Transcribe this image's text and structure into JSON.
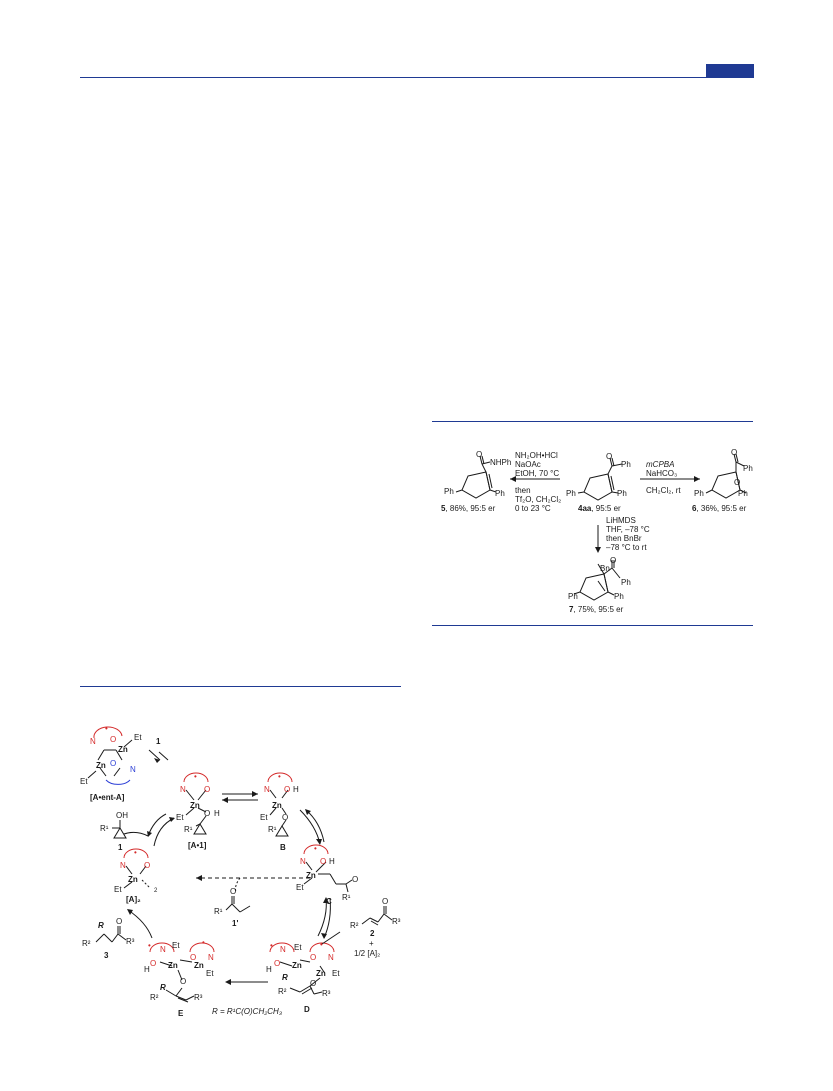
{
  "colors": {
    "accent": "#1f3a93",
    "radical_red": "#d42a2a",
    "heteroatom_blue": "#2b3ed6"
  },
  "scheme_top": {
    "center": {
      "label": "4aa",
      "detail": ", 95:5 er",
      "substituents": [
        "Ph",
        "Ph",
        "Ph"
      ],
      "carbonyl": "O"
    },
    "left": {
      "label": "5",
      "detail": ", 86%, 95:5 er",
      "amide": "NHPh",
      "substituents": [
        "Ph",
        "Ph"
      ],
      "carbonyl": "O"
    },
    "right": {
      "label": "6",
      "detail": ", 36%, 95:5 er",
      "epoxide": "O",
      "substituents": [
        "Ph",
        "Ph",
        "Ph"
      ],
      "carbonyl": "O"
    },
    "bottom": {
      "label": "7",
      "detail": ", 75%, 95:5 er",
      "benzyl": "Bn",
      "substituents": [
        "Ph",
        "Ph",
        "Ph"
      ],
      "carbonyl": "O"
    },
    "cond_left": [
      "NH₂OH•HCl",
      "NaOAc",
      "EtOH, 70 °C",
      "then",
      "Tf₂O, CH₂Cl₂",
      "0 to 23 °C"
    ],
    "cond_right_above": [
      "mCPBA",
      "NaHCO₃"
    ],
    "cond_right_below": "CH₂Cl₂, rt",
    "cond_down": [
      "LiHMDS",
      "THF, –78 °C",
      "then BnBr",
      "–78 °C to rt"
    ]
  },
  "scheme_cycle": {
    "dimer": {
      "label_open": "[",
      "label": "A•ent-A",
      "label_close": "]",
      "atoms": [
        "N",
        "O",
        "Zn",
        "Zn",
        "Et",
        "Et",
        "O",
        "N"
      ]
    },
    "cat_A1": {
      "label": "[A•1]",
      "atoms": [
        "N",
        "O",
        "Zn",
        "Et",
        "O",
        "H",
        "R¹"
      ]
    },
    "cat_B": {
      "label": "B",
      "atoms": [
        "N",
        "O",
        "H",
        "Zn",
        "Et",
        "O",
        "R¹"
      ]
    },
    "cat_C": {
      "label": "C",
      "atoms": [
        "N",
        "O",
        "H",
        "Zn",
        "Et",
        "O",
        "R¹"
      ]
    },
    "cat_D": {
      "label": "D",
      "atoms": [
        "N",
        "O",
        "H",
        "Zn",
        "Et",
        "R",
        "O",
        "N",
        "Zn",
        "Et",
        "R²",
        "O",
        "R³"
      ]
    },
    "cat_E": {
      "label": "E",
      "atoms": [
        "N",
        "O",
        "Et",
        "O",
        "N",
        "H",
        "Zn",
        "Zn",
        "Et",
        "O",
        "R",
        "R²",
        "R³"
      ]
    },
    "A2": {
      "label": "[A]₂",
      "atoms": [
        "N",
        "O",
        "Zn",
        "Et",
        "2"
      ]
    },
    "reagent_1": {
      "label": "1",
      "atoms": [
        "OH",
        "R¹"
      ]
    },
    "reagent_1_top": "1",
    "product_1p": {
      "label": "1'",
      "atoms": [
        "O",
        "R¹"
      ]
    },
    "reagent_2": {
      "label": "2",
      "plus": "+",
      "half": "1/2 [A]₂",
      "atoms": [
        "R²",
        "O",
        "R³"
      ]
    },
    "product_3": {
      "label": "3",
      "atoms": [
        "R",
        "R²",
        "O",
        "R³"
      ]
    },
    "R_def": "R = R¹C(O)CH₂CH₃"
  }
}
